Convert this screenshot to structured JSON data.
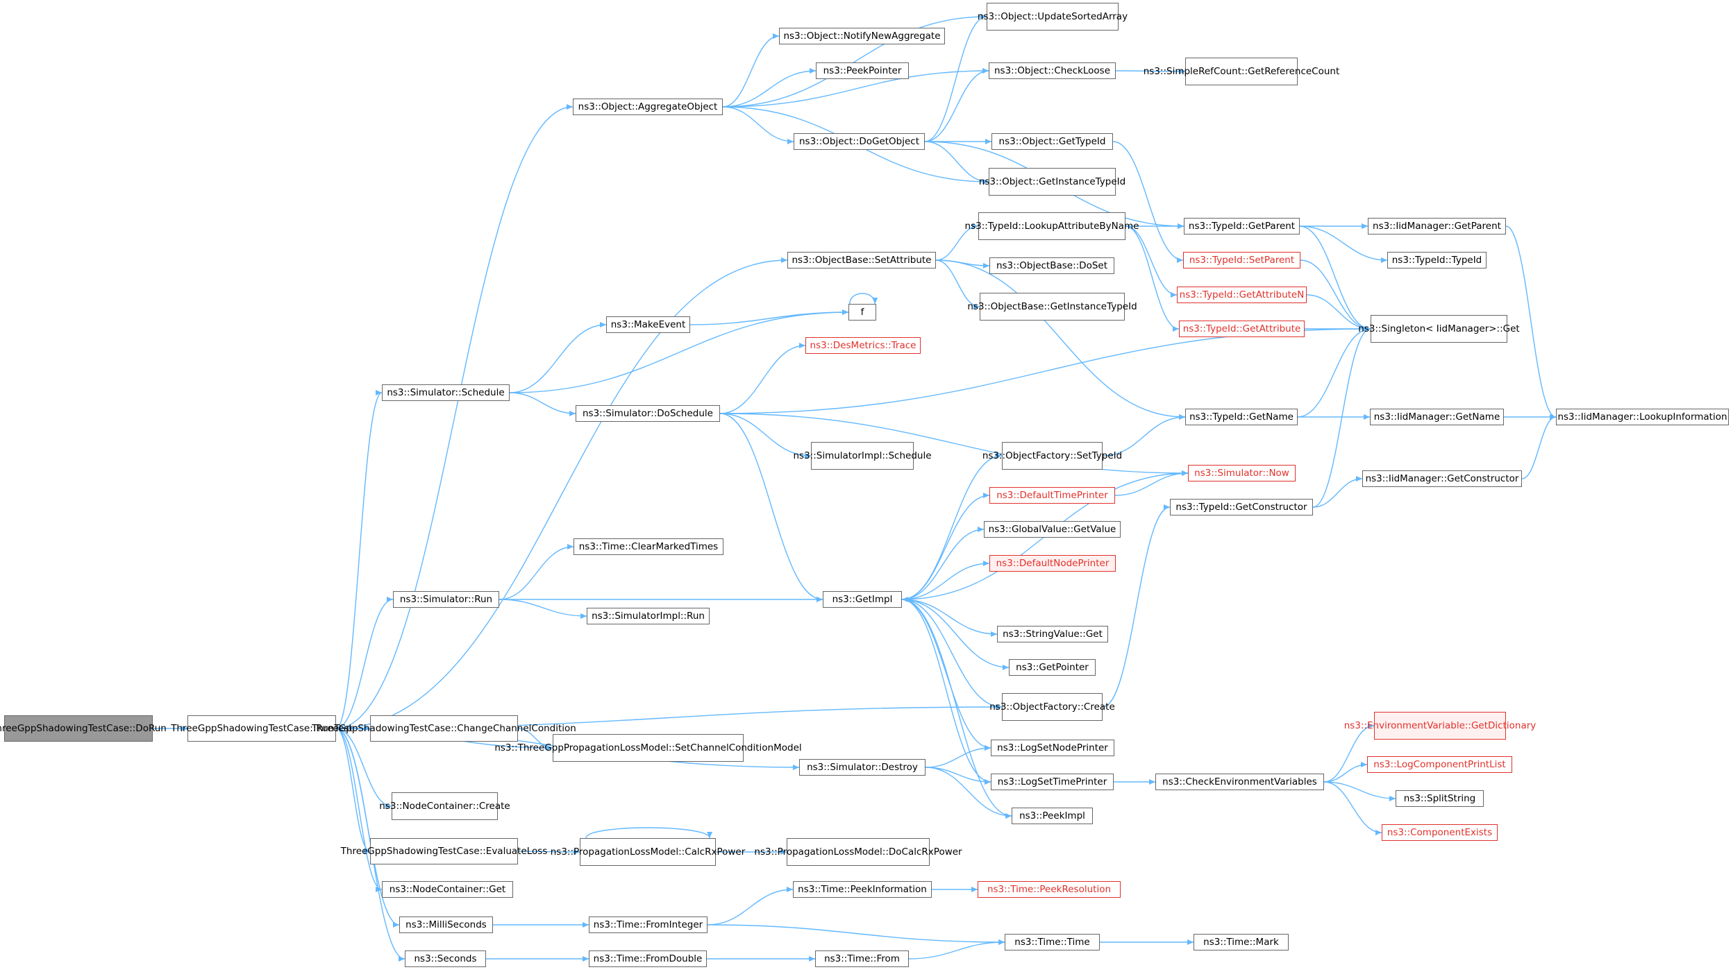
{
  "colors": {
    "edge": "#63b8ff",
    "node_border": "#666666",
    "root_fill": "#999999",
    "incomplete_border": "#e0312b"
  },
  "nodes": {
    "n0": {
      "lines": [
        "ThreeGppShadowingTestCase",
        "::DoRun"
      ]
    },
    "n1": {
      "lines": [
        "ThreeGppShadowingTestCase",
        "::RunTest"
      ]
    },
    "n2": {
      "lines": [
        "ns3::Object::AggregateObject"
      ]
    },
    "n3": {
      "lines": [
        "ns3::Object::UpdateSorted",
        "Array"
      ]
    },
    "n4": {
      "lines": [
        "ns3::Object::NotifyNewAggregate"
      ]
    },
    "n5": {
      "lines": [
        "ns3::PeekPointer"
      ]
    },
    "n6": {
      "lines": [
        "ns3::Object::CheckLoose"
      ]
    },
    "n7": {
      "lines": [
        "ns3::SimpleRefCount",
        "::GetReferenceCount"
      ]
    },
    "n8": {
      "lines": [
        "ns3::Object::DoGetObject"
      ]
    },
    "n9": {
      "lines": [
        "ns3::Object::GetTypeId"
      ]
    },
    "n10": {
      "lines": [
        "ns3::Object::GetInstance",
        "TypeId"
      ]
    },
    "n11": {
      "lines": [
        "ns3::TypeId::LookupAttribute",
        "ByName"
      ]
    },
    "n12": {
      "lines": [
        "ns3::TypeId::GetParent"
      ]
    },
    "n13": {
      "lines": [
        "ns3::IidManager::GetParent"
      ]
    },
    "n14": {
      "lines": [
        "ns3::TypeId::TypeId"
      ]
    },
    "n15": {
      "lines": [
        "ns3::TypeId::SetParent"
      ]
    },
    "n16": {
      "lines": [
        "ns3::ObjectBase::SetAttribute"
      ]
    },
    "n17": {
      "lines": [
        "ns3::ObjectBase::DoSet"
      ]
    },
    "n18": {
      "lines": [
        "ns3::TypeId::GetAttributeN"
      ]
    },
    "n19": {
      "lines": [
        "ns3::ObjectBase::GetInstance",
        "TypeId"
      ]
    },
    "n20": {
      "lines": [
        "f"
      ]
    },
    "n21": {
      "lines": [
        "ns3::MakeEvent"
      ]
    },
    "n22": {
      "lines": [
        "ns3::TypeId::GetAttribute"
      ]
    },
    "n23": {
      "lines": [
        "ns3::Singleton< IidManager",
        ">::Get"
      ]
    },
    "n24": {
      "lines": [
        "ns3::DesMetrics::Trace"
      ]
    },
    "n25": {
      "lines": [
        "ns3::Simulator::Schedule"
      ]
    },
    "n26": {
      "lines": [
        "ns3::Simulator::DoSchedule"
      ]
    },
    "n27": {
      "lines": [
        "ns3::TypeId::GetName"
      ]
    },
    "n28": {
      "lines": [
        "ns3::IidManager::GetName"
      ]
    },
    "n29": {
      "lines": [
        "ns3::IidManager::LookupInformation"
      ]
    },
    "n30": {
      "lines": [
        "ns3::ObjectFactory",
        "::SetTypeId"
      ]
    },
    "n31": {
      "lines": [
        "ns3::SimulatorImpl",
        "::Schedule"
      ]
    },
    "n32": {
      "lines": [
        "ns3::Simulator::Now"
      ]
    },
    "n33": {
      "lines": [
        "ns3::IidManager::GetConstructor"
      ]
    },
    "n34": {
      "lines": [
        "ns3::DefaultTimePrinter"
      ]
    },
    "n35": {
      "lines": [
        "ns3::TypeId::GetConstructor"
      ]
    },
    "n36": {
      "lines": [
        "ns3::GlobalValue::GetValue"
      ]
    },
    "n37": {
      "lines": [
        "ns3::Time::ClearMarkedTimes"
      ]
    },
    "n38": {
      "lines": [
        "ns3::DefaultNodePrinter"
      ]
    },
    "n39": {
      "lines": [
        "ns3::Simulator::Run"
      ]
    },
    "n40": {
      "lines": [
        "ns3::GetImpl"
      ]
    },
    "n41": {
      "lines": [
        "ns3::SimulatorImpl::Run"
      ]
    },
    "n42": {
      "lines": [
        "ns3::StringValue::Get"
      ]
    },
    "n43": {
      "lines": [
        "ns3::GetPointer"
      ]
    },
    "n44": {
      "lines": [
        "ns3::ObjectFactory",
        "::Create"
      ]
    },
    "n45": {
      "lines": [
        "ThreeGppShadowingTestCase",
        "::ChangeChannelCondition"
      ]
    },
    "n46": {
      "lines": [
        "ns3::ThreeGppPropagation",
        "LossModel::SetChannelConditionModel"
      ]
    },
    "n47": {
      "lines": [
        "ns3::EnvironmentVariable",
        "::GetDictionary"
      ]
    },
    "n48": {
      "lines": [
        "ns3::LogComponentPrintList"
      ]
    },
    "n49": {
      "lines": [
        "ns3::LogSetNodePrinter"
      ]
    },
    "n50": {
      "lines": [
        "ns3::Simulator::Destroy"
      ]
    },
    "n51": {
      "lines": [
        "ns3::LogSetTimePrinter"
      ]
    },
    "n52": {
      "lines": [
        "ns3::CheckEnvironmentVariables"
      ]
    },
    "n53": {
      "lines": [
        "ns3::SplitString"
      ]
    },
    "n54": {
      "lines": [
        "ns3::NodeContainer",
        "::Create"
      ]
    },
    "n55": {
      "lines": [
        "ns3::PeekImpl"
      ]
    },
    "n56": {
      "lines": [
        "ns3::ComponentExists"
      ]
    },
    "n57": {
      "lines": [
        "ThreeGppShadowingTestCase",
        "::EvaluateLoss"
      ]
    },
    "n58": {
      "lines": [
        "ns3::PropagationLossModel",
        "::CalcRxPower"
      ]
    },
    "n59": {
      "lines": [
        "ns3::PropagationLossModel",
        "::DoCalcRxPower"
      ]
    },
    "n60": {
      "lines": [
        "ns3::NodeContainer::Get"
      ]
    },
    "n61": {
      "lines": [
        "ns3::Time::PeekInformation"
      ]
    },
    "n62": {
      "lines": [
        "ns3::Time::PeekResolution"
      ]
    },
    "n63": {
      "lines": [
        "ns3::MilliSeconds"
      ]
    },
    "n64": {
      "lines": [
        "ns3::Time::FromInteger"
      ]
    },
    "n65": {
      "lines": [
        "ns3::Time::Time"
      ]
    },
    "n66": {
      "lines": [
        "ns3::Time::Mark"
      ]
    },
    "n67": {
      "lines": [
        "ns3::Seconds"
      ]
    },
    "n68": {
      "lines": [
        "ns3::Time::FromDouble"
      ]
    },
    "n69": {
      "lines": [
        "ns3::Time::From"
      ]
    }
  }
}
